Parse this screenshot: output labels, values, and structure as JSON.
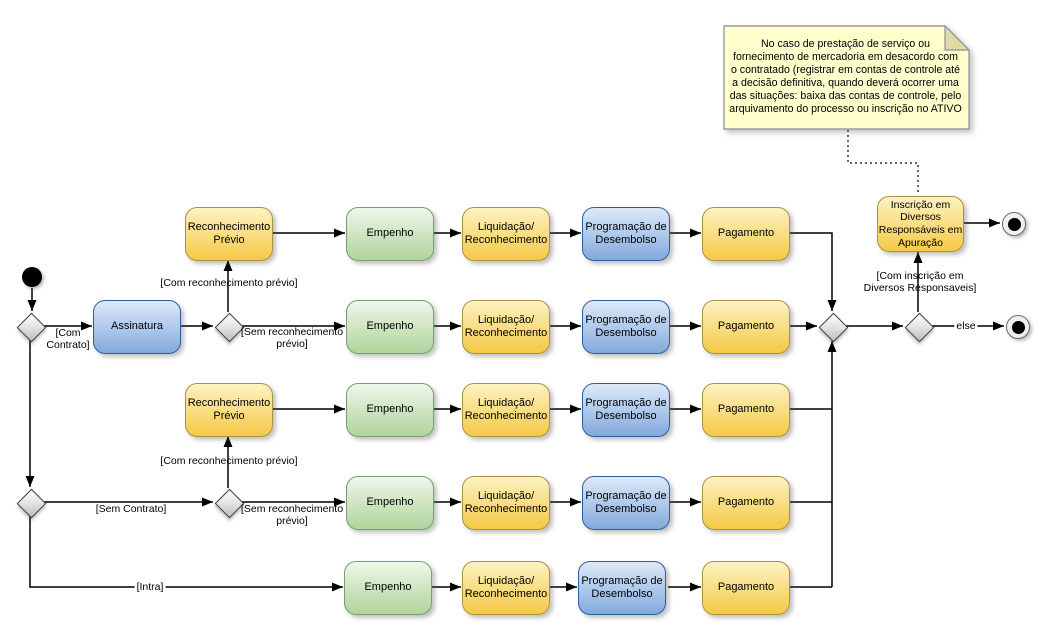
{
  "diagram": {
    "note": {
      "text": "No caso de prestação de serviço ou fornecimento de mercadoria em desacordo com o contratado (registrar em contas de controle até a decisão definitiva, quando deverá ocorrer uma das situações: baixa das contas de controle, pelo arquivamento do processo ou inscrição no ATIVO"
    },
    "nodes": {
      "assinatura": "Assinatura",
      "reconhecimento_previo": "Reconhecimento\nPrévio",
      "empenho": "Empenho",
      "liquidacao": "Liquidação/\nReconhecimento",
      "programacao": "Programação de\nDesembolso",
      "pagamento": "Pagamento",
      "inscricao": "Inscrição em\nDiversos\nResponsáveis em\nApuração"
    },
    "edge_labels": {
      "com_contrato": "[Com\nContrato]",
      "sem_contrato": "[Sem Contrato]",
      "com_rec_previo_1": "[Com reconhecimento prévio]",
      "sem_rec_previo_1": "[Sem reconhecimento\nprévio]",
      "com_rec_previo_2": "[Com reconhecimento prévio]",
      "sem_rec_previo_2": "[Sem reconhecimento\nprévio]",
      "intra": "[Intra]",
      "com_inscricao": "[Com inscrição em\nDiversos Responsaveis]",
      "else": "else"
    },
    "colors": {
      "activity_orange": "#f5c946",
      "activity_green": "#b0d59d",
      "activity_blue": "#83a9dc",
      "note_background": "#ffffce",
      "connector": "#000000"
    }
  }
}
